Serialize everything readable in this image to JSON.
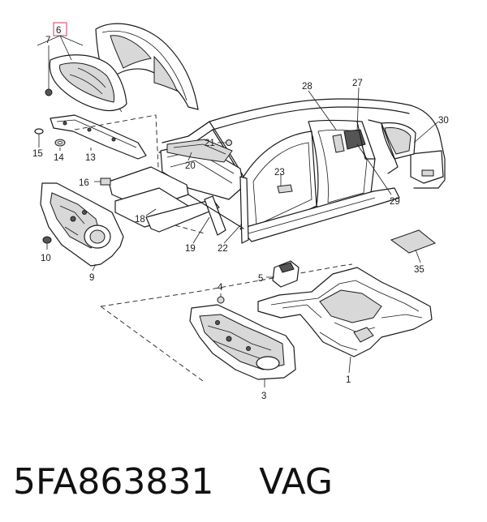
{
  "caption": {
    "part_number": "5FA863831",
    "brand": "VAG"
  },
  "callouts": [
    {
      "id": "c6",
      "text": "6"
    },
    {
      "id": "c7",
      "text": "7"
    },
    {
      "id": "c15",
      "text": "15"
    },
    {
      "id": "c14",
      "text": "14"
    },
    {
      "id": "c13",
      "text": "13"
    },
    {
      "id": "c21",
      "text": "21"
    },
    {
      "id": "c20",
      "text": "20"
    },
    {
      "id": "c16",
      "text": "16"
    },
    {
      "id": "c28",
      "text": "28"
    },
    {
      "id": "c27",
      "text": "27"
    },
    {
      "id": "c30",
      "text": "30"
    },
    {
      "id": "c29",
      "text": "29"
    },
    {
      "id": "c23",
      "text": "23"
    },
    {
      "id": "c18",
      "text": "18"
    },
    {
      "id": "c19",
      "text": "19"
    },
    {
      "id": "c22",
      "text": "22"
    },
    {
      "id": "c10",
      "text": "10"
    },
    {
      "id": "c9",
      "text": "9"
    },
    {
      "id": "c35",
      "text": "35"
    },
    {
      "id": "c5",
      "text": "5"
    },
    {
      "id": "c4",
      "text": "4"
    },
    {
      "id": "c1",
      "text": "1"
    },
    {
      "id": "c3",
      "text": "3"
    }
  ],
  "highlight_color": "#e05a7a"
}
